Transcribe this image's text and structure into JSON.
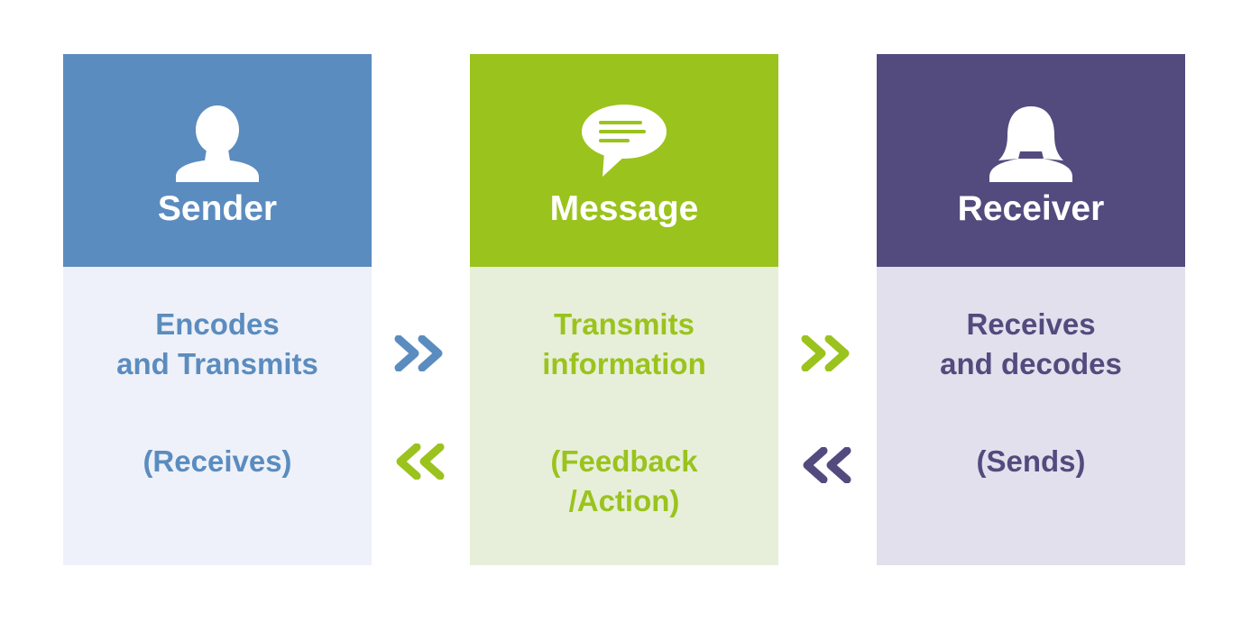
{
  "colors": {
    "sender": "#5b8cbf",
    "sender_light": "#eef1f9",
    "message": "#9bc31d",
    "message_light": "#e7efda",
    "receiver": "#534b7e",
    "receiver_light": "#e2e0ec"
  },
  "cards": {
    "sender": {
      "icon": "male-user-icon",
      "title": "Sender",
      "primary": [
        "Encodes",
        "and Transmits"
      ],
      "secondary": [
        "(Receives)"
      ]
    },
    "message": {
      "icon": "speech-bubble-icon",
      "title": "Message",
      "primary": [
        "Transmits",
        "information"
      ],
      "secondary": [
        "(Feedback",
        "/Action)"
      ]
    },
    "receiver": {
      "icon": "female-user-icon",
      "title": "Receiver",
      "primary": [
        "Receives",
        "and decodes"
      ],
      "secondary": [
        "(Sends)"
      ]
    }
  },
  "arrows": [
    {
      "name": "forward-arrow-sender-to-message",
      "direction": "right",
      "color": "#5b8cbf"
    },
    {
      "name": "forward-arrow-message-to-receiver",
      "direction": "right",
      "color": "#9bc31d"
    },
    {
      "name": "back-arrow-message-to-sender",
      "direction": "left",
      "color": "#9bc31d"
    },
    {
      "name": "back-arrow-receiver-to-message",
      "direction": "left",
      "color": "#534b7e"
    }
  ]
}
